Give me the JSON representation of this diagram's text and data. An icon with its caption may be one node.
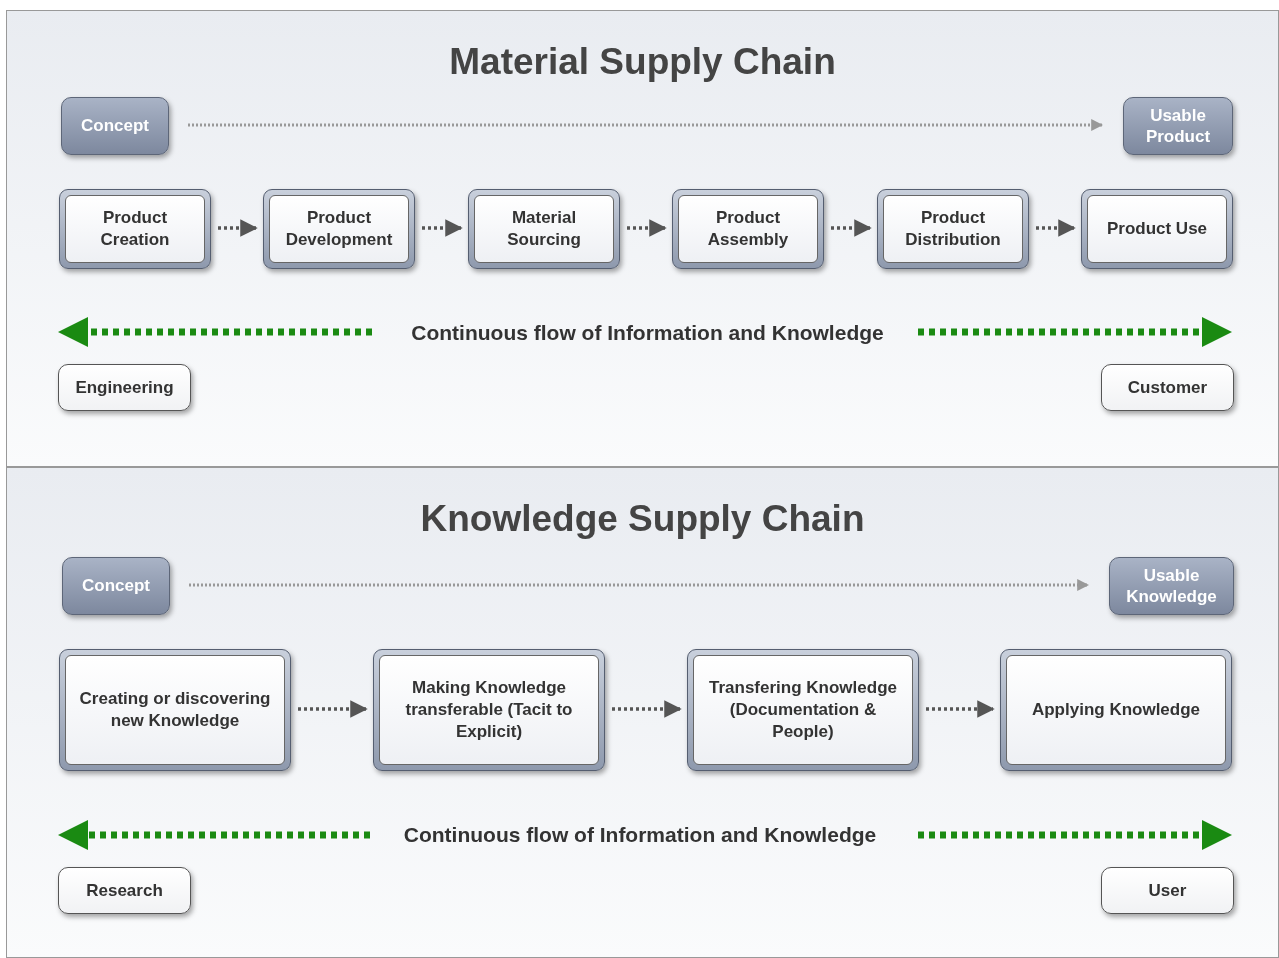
{
  "diagram": {
    "nodes": [
      {
        "text": [
          "Material Supply Chain"
        ]
      },
      {
        "text": [
          "Concept"
        ],
        "in": 0
      },
      {
        "text": [
          "Usable Product"
        ],
        "in": 0
      },
      {
        "text": [
          "Product Creation"
        ],
        "in": 0
      },
      {
        "text": [
          "Product Development"
        ],
        "in": 0
      },
      {
        "text": [
          "Material Sourcing"
        ],
        "in": 0
      },
      {
        "text": [
          "Product Assembly"
        ],
        "in": 0
      },
      {
        "text": [
          "Product Distribution"
        ],
        "in": 0
      },
      {
        "text": [
          "Product Use"
        ],
        "in": 0
      },
      {
        "text": [
          "Engineering"
        ],
        "in": 0
      },
      {
        "text": [
          "Customer"
        ],
        "in": 0
      },
      {
        "text": [
          "Knowledge Supply Chain"
        ]
      },
      {
        "text": [
          "Concept"
        ],
        "in": 11
      },
      {
        "text": [
          "Usable Knowledge"
        ],
        "in": 11
      },
      {
        "text": [
          "Creating or discovering new Knowledge"
        ],
        "in": 11
      },
      {
        "text": [
          "Making Knowledge transferable (Tacit to Explicit)"
        ],
        "in": 11
      },
      {
        "text": [
          "Transfering Knowledge (Documentation & People)"
        ],
        "in": 11
      },
      {
        "text": [
          "Applying Knowledge"
        ],
        "in": 11
      },
      {
        "text": [
          "Research"
        ],
        "in": 11
      },
      {
        "text": [
          "User"
        ],
        "in": 11
      }
    ],
    "edges": [
      {
        "from": 1,
        "to": 2,
        "arrow": "to",
        "style": "dashed",
        "color": "#999999"
      },
      {
        "from": 3,
        "to": 4,
        "arrow": "to",
        "style": "dashed"
      },
      {
        "from": 4,
        "to": 5,
        "arrow": "to",
        "style": "dashed"
      },
      {
        "from": 5,
        "to": 6,
        "arrow": "to",
        "style": "dashed"
      },
      {
        "from": 6,
        "to": 7,
        "arrow": "to",
        "style": "dashed"
      },
      {
        "from": 7,
        "to": 8,
        "arrow": "to",
        "style": "dashed"
      },
      {
        "from": 12,
        "to": 13,
        "arrow": "to",
        "style": "dashed",
        "color": "#999999"
      },
      {
        "from": 14,
        "to": 15,
        "arrow": "to",
        "style": "dashed"
      },
      {
        "from": 15,
        "to": 16,
        "arrow": "to",
        "style": "dashed"
      },
      {
        "from": 16,
        "to": 17,
        "arrow": "to",
        "style": "dashed"
      }
    ],
    "labels": [
      "Continuous flow of Information and Knowledge",
      "Continuous flow of Information and Knowledge"
    ]
  }
}
